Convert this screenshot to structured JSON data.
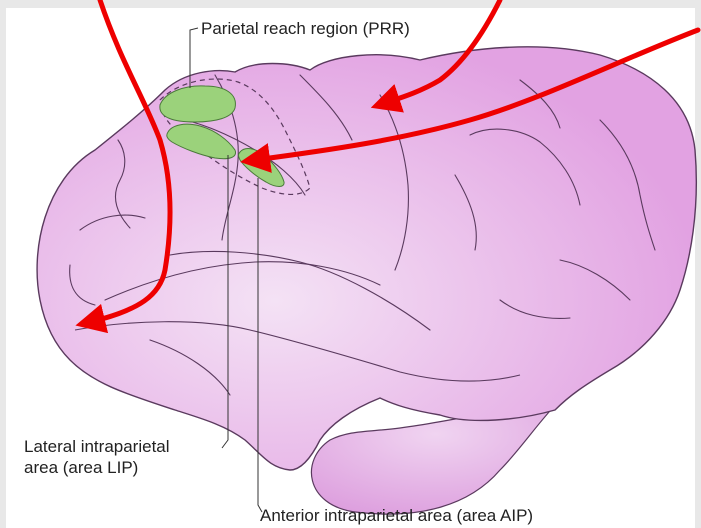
{
  "labels": {
    "prr": "Parietal reach region (PRR)",
    "lip_line1": "Lateral intraparietal",
    "lip_line2": "area (area LIP)",
    "aip": "Anterior intraparietal area (area AIP)"
  },
  "colors": {
    "cortex_fill": "#e2a2e2",
    "cortex_highlight": "#f4e2f5",
    "sulcus_line": "#5a3a5e",
    "region_fill": "#9bd27b",
    "arrow": "#ee0000",
    "frame": "#e8e8e8"
  }
}
